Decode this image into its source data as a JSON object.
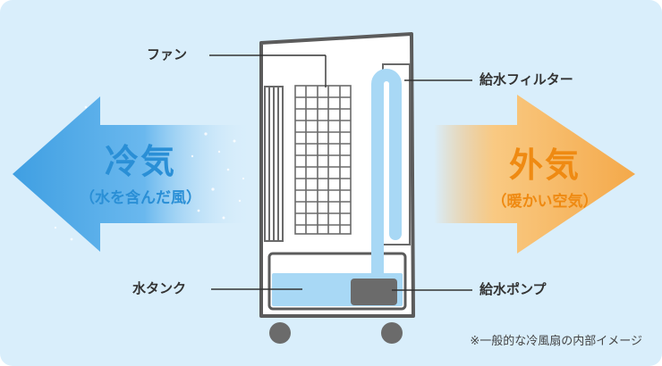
{
  "labels": {
    "fan": "ファン",
    "water_filter": "給水フィルター",
    "water_tank": "水タンク",
    "water_pump": "給水ポンプ"
  },
  "cold_air": {
    "title": "冷気",
    "subtitle": "（水を含んだ風）"
  },
  "outside_air": {
    "title": "外気",
    "subtitle": "（暖かい空気）"
  },
  "note": "※一般的な冷風扇の内部イメージ",
  "colors": {
    "background": "#d9eefb",
    "cold_arrow": "#4aa6e4",
    "cold_text": "#2a8fd6",
    "warm_arrow": "#f4a94a",
    "warm_text": "#ef8a12",
    "water": "#a8d8f5",
    "housing_stroke": "#5b5b5b"
  }
}
